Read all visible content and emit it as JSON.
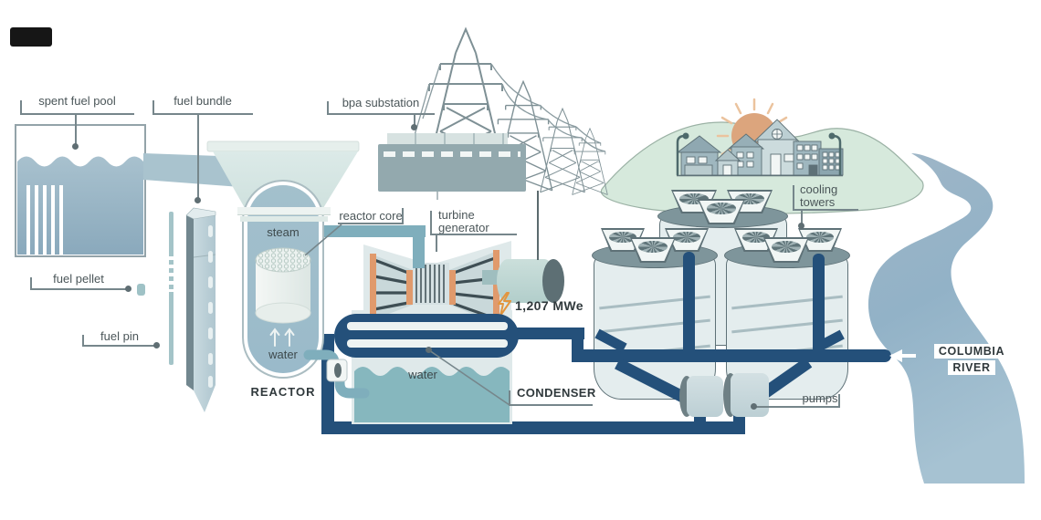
{
  "labels": {
    "spent_fuel_pool": "spent fuel pool",
    "fuel_bundle": "fuel bundle",
    "fuel_pellet": "fuel pellet",
    "fuel_pin": "fuel pin",
    "steam": "steam",
    "reactor_water": "water",
    "reactor": "REACTOR",
    "reactor_core": "reactor core",
    "turbine_line1": "turbine",
    "turbine_line2": "generator",
    "bpa_substation": "bpa substation",
    "power_output": "1,207 MWe",
    "condenser_water": "water",
    "condenser": "CONDENSER",
    "cooling_towers_line1": "cooling",
    "cooling_towers_line2": "towers",
    "pumps": "pumps",
    "river_line1": "COLUMBIA",
    "river_line2": "RIVER"
  },
  "icons": {
    "lightning_bolt": "lightning-bolt-icon"
  },
  "colors": {
    "pipe_navy": "#24507A",
    "pipe_teal": "#7FAEBC",
    "pool_water": "#92AFC1",
    "condenser_water_fill": "#86B7BE",
    "reactor_fill": "#A3C0CC",
    "structure_light": "#DFE9EA",
    "turbine_orange": "#E09A6C",
    "accent_orange": "#E2953F",
    "river_blue": "#9BB8CB",
    "hills_green": "#D6E9DC",
    "outline_gray": "#6E8085",
    "label_text": "#4B5659",
    "bold_text": "#30393C"
  }
}
